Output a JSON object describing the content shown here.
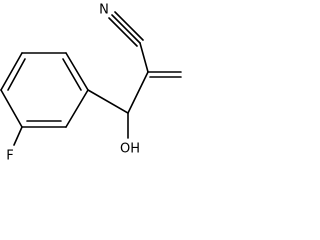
{
  "molecule": {
    "atoms": {
      "nitrogen": "N",
      "fluorine": "F",
      "hydroxyl": "OH"
    }
  }
}
